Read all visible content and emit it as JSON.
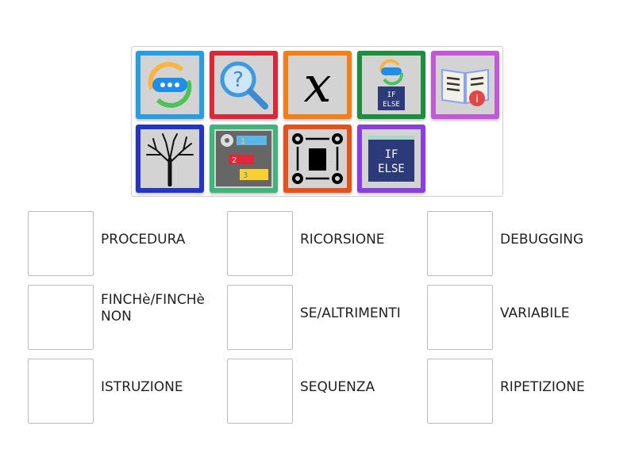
{
  "tiles": [
    {
      "icon": "repeat-cycle-chat-icon",
      "border": "#2a9de0"
    },
    {
      "icon": "magnifier-question-icon",
      "border": "#d8283a"
    },
    {
      "icon": "variable-x-icon",
      "border": "#f57f17"
    },
    {
      "icon": "cycle-if-else-icon",
      "border": "#1e8e3e"
    },
    {
      "icon": "book-info-icon",
      "border": "#c258d6"
    },
    {
      "icon": "tree-icon",
      "border": "#2433c8"
    },
    {
      "icon": "numbered-steps-icon",
      "border": "#3fb57a"
    },
    {
      "icon": "process-gears-icon",
      "border": "#e8501a"
    },
    {
      "icon": "if-else-window-icon",
      "border": "#8a3ee0"
    }
  ],
  "targets": [
    {
      "label": "PROCEDURA"
    },
    {
      "label": "RICORSIONE"
    },
    {
      "label": "DEBUGGING"
    },
    {
      "label": "FINCHè/FINCHè NON"
    },
    {
      "label": "SE/ALTRIMENTI"
    },
    {
      "label": "VARIABILE"
    },
    {
      "label": "ISTRUZIONE"
    },
    {
      "label": "SEQUENZA"
    },
    {
      "label": "RIPETIZIONE"
    }
  ],
  "icon_text": {
    "if": "IF",
    "else": "ELSE",
    "i": "i",
    "n1": "1",
    "n2": "2",
    "n3": "3"
  }
}
